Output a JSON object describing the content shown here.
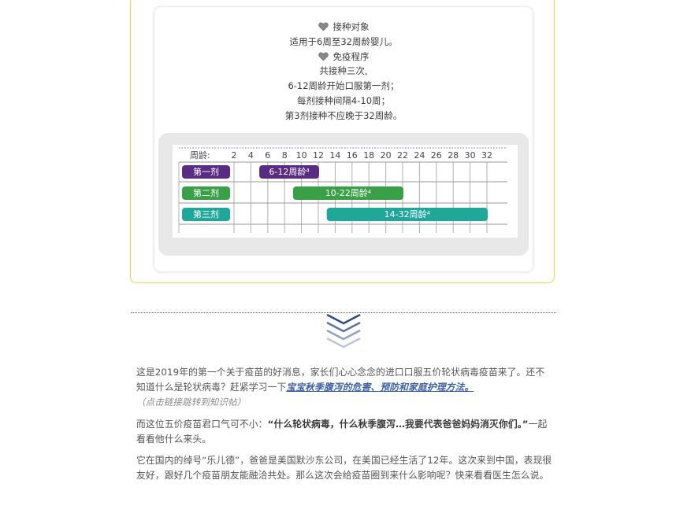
{
  "card": {
    "target_heading": "接种对象",
    "target_text": "适用于6周至32周龄婴儿。",
    "procedure_heading": "免疫程序",
    "procedure_lines": [
      "共接种三次,",
      "6-12周龄开始口服第一剂；",
      "每剂接种间隔4-10周；",
      "第3剂接种不应晚于32周龄。"
    ]
  },
  "chart_data": {
    "type": "table",
    "header_label": "周龄:",
    "weeks": [
      2,
      4,
      6,
      8,
      10,
      12,
      14,
      16,
      18,
      20,
      22,
      24,
      26,
      28,
      30,
      32
    ],
    "doses": [
      {
        "label": "第一剂",
        "range_label": "6-12周龄⁴",
        "start": 6,
        "end": 12,
        "color": "#5a2b82"
      },
      {
        "label": "第二剂",
        "range_label": "10-22周龄⁴",
        "start": 10,
        "end": 22,
        "color": "#3aa048"
      },
      {
        "label": "第三剂",
        "range_label": "14-32周龄⁴",
        "start": 14,
        "end": 32,
        "color": "#21a69a"
      }
    ]
  },
  "article": {
    "p1_text": "这是2019年的第一个关于疫苗的好消息，家长们心心念念的进口口服五价轮状病毒疫苗来了。还不知道什么是轮状病毒？赶紧学习一下",
    "p1_link": "宝宝秋季腹泻的危害、预防和家庭护理方法。",
    "p1_hint": "（点击链接跳转到知识帖）",
    "p2_start": "而这位五价疫苗君口气可不小：",
    "p2_bold": "“什么轮状病毒，什么秋季腹泻…我要代表爸爸妈妈消灭你们。”",
    "p2_end": "一起看看他什么来头。",
    "p3_text": "它在国内的绰号“乐儿德”，爸爸是美国默沙东公司，在美国已经生活了12年。这次来到中国，表现很友好，跟好几个疫苗朋友能融洽共处。那么这次会给疫苗圈到来什么影响呢？快来看看医生怎么说。"
  },
  "colors": {
    "frame": "#f2d24c",
    "chevron_dark": "#2e4a80",
    "chevron_light": "#9fb0cc",
    "link": "#3e60a2"
  }
}
